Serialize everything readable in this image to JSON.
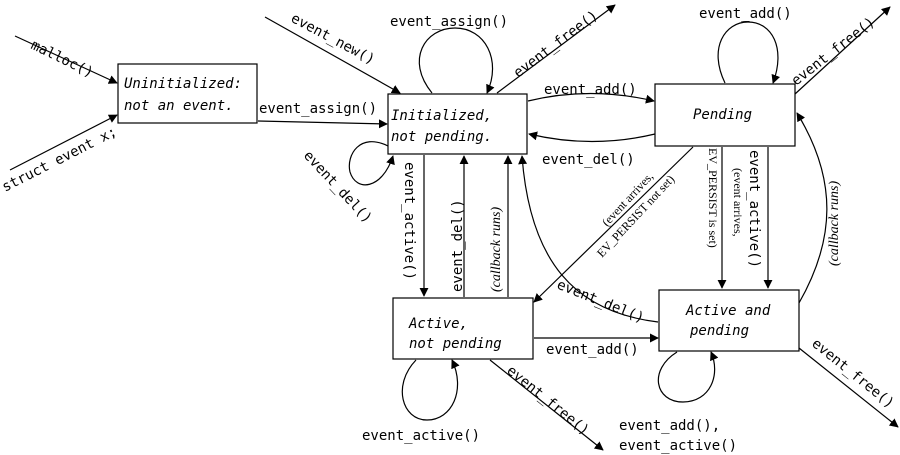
{
  "states": {
    "uninitialized": {
      "line1": "Uninitialized:",
      "line2": "not an event."
    },
    "initialized": {
      "line1": "Initialized,",
      "line2": "not pending."
    },
    "pending": {
      "line1": "Pending"
    },
    "active": {
      "line1": "Active,",
      "line2": "not pending"
    },
    "active_pending": {
      "line1": "Active and",
      "line2": "pending"
    }
  },
  "edges": {
    "malloc": "malloc()",
    "struct_event": "struct event x;",
    "event_new": "event_new()",
    "event_assign_loop": "event_assign()",
    "event_free_init": "event_free()",
    "event_assign": "event_assign()",
    "event_del_loop": "event_del()",
    "event_add_init_pending": "event_add()",
    "event_del_pending_init": "event_del()",
    "event_add_loop": "event_add()",
    "event_free_pending": "event_free()",
    "event_active_init": "event_active()",
    "event_del_active_init": "event_del()",
    "callback_runs_active": "(callback runs)",
    "event_arrives_nopersist_1": "(event arrives,",
    "event_arrives_nopersist_2": "EV_PERSIST not set)",
    "event_arrives_persist_1": "(event arrives,",
    "event_arrives_persist_2": "EV_PERSIST is set)",
    "event_active_pending": "event_active()",
    "callback_runs_ap": "(callback runs)",
    "event_del_ap": "event_del()",
    "event_add_active_ap": "event_add()",
    "event_active_loop": "event_active()",
    "event_free_active": "event_free()",
    "event_free_ap": "event_free()",
    "event_add_active_loop_1": "event_add(),",
    "event_add_active_loop_2": "event_active()"
  }
}
